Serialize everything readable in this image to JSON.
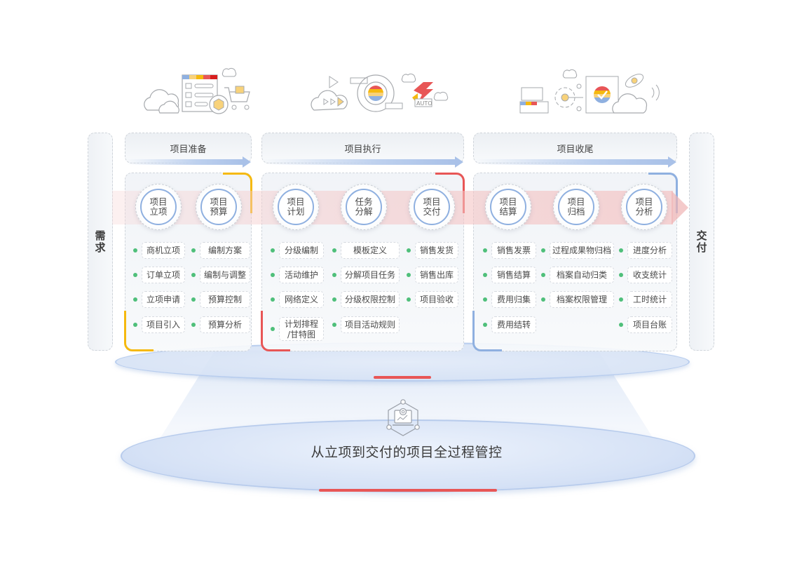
{
  "diagram_title": "从立项到交付的项目全过程管控",
  "side_labels": {
    "left": "需求",
    "right": "交付"
  },
  "colors": {
    "stage1_accent": "#f5b90f",
    "stage2_accent": "#e85656",
    "stage3_accent": "#8fb0e0",
    "chip_dot": "#4fbf7a",
    "node_ring": "#8fb0e0",
    "red_marker": "#e85656"
  },
  "stages": [
    {
      "title": "项目准备",
      "illustration": "checklist-cart-illustration",
      "nodes": [
        {
          "line1": "项目",
          "line2": "立项"
        },
        {
          "line1": "项目",
          "line2": "预算"
        }
      ],
      "columns": [
        [
          "商机立项",
          "订单立项",
          "立项申请",
          "项目引入"
        ],
        [
          "编制方案",
          "编制与调整",
          "预算控制",
          "预算分析"
        ]
      ]
    },
    {
      "title": "项目执行",
      "illustration": "gear-automation-illustration",
      "nodes": [
        {
          "line1": "项目",
          "line2": "计划"
        },
        {
          "line1": "任务",
          "line2": "分解"
        },
        {
          "line1": "项目",
          "line2": "交付"
        }
      ],
      "columns": [
        [
          "分级编制",
          "活动维护",
          "网络定义",
          "计划排程/甘特图"
        ],
        [
          "模板定义",
          "分解项目任务",
          "分级权限控制",
          "项目活动规则"
        ],
        [
          "销售发货",
          "销售出库",
          "项目验收"
        ]
      ]
    },
    {
      "title": "项目收尾",
      "illustration": "puzzle-check-illustration",
      "nodes": [
        {
          "line1": "项目",
          "line2": "结算"
        },
        {
          "line1": "项目",
          "line2": "归档"
        },
        {
          "line1": "项目",
          "line2": "分析"
        }
      ],
      "columns": [
        [
          "销售发票",
          "销售结算",
          "费用归集",
          "费用结转"
        ],
        [
          "过程成果物归档",
          "档案自动归类",
          "档案权限管理"
        ],
        [
          "进度分析",
          "收支统计",
          "工时统计",
          "项目台账"
        ]
      ]
    }
  ],
  "illustration_badges": {
    "auto_label": "AUTO"
  }
}
